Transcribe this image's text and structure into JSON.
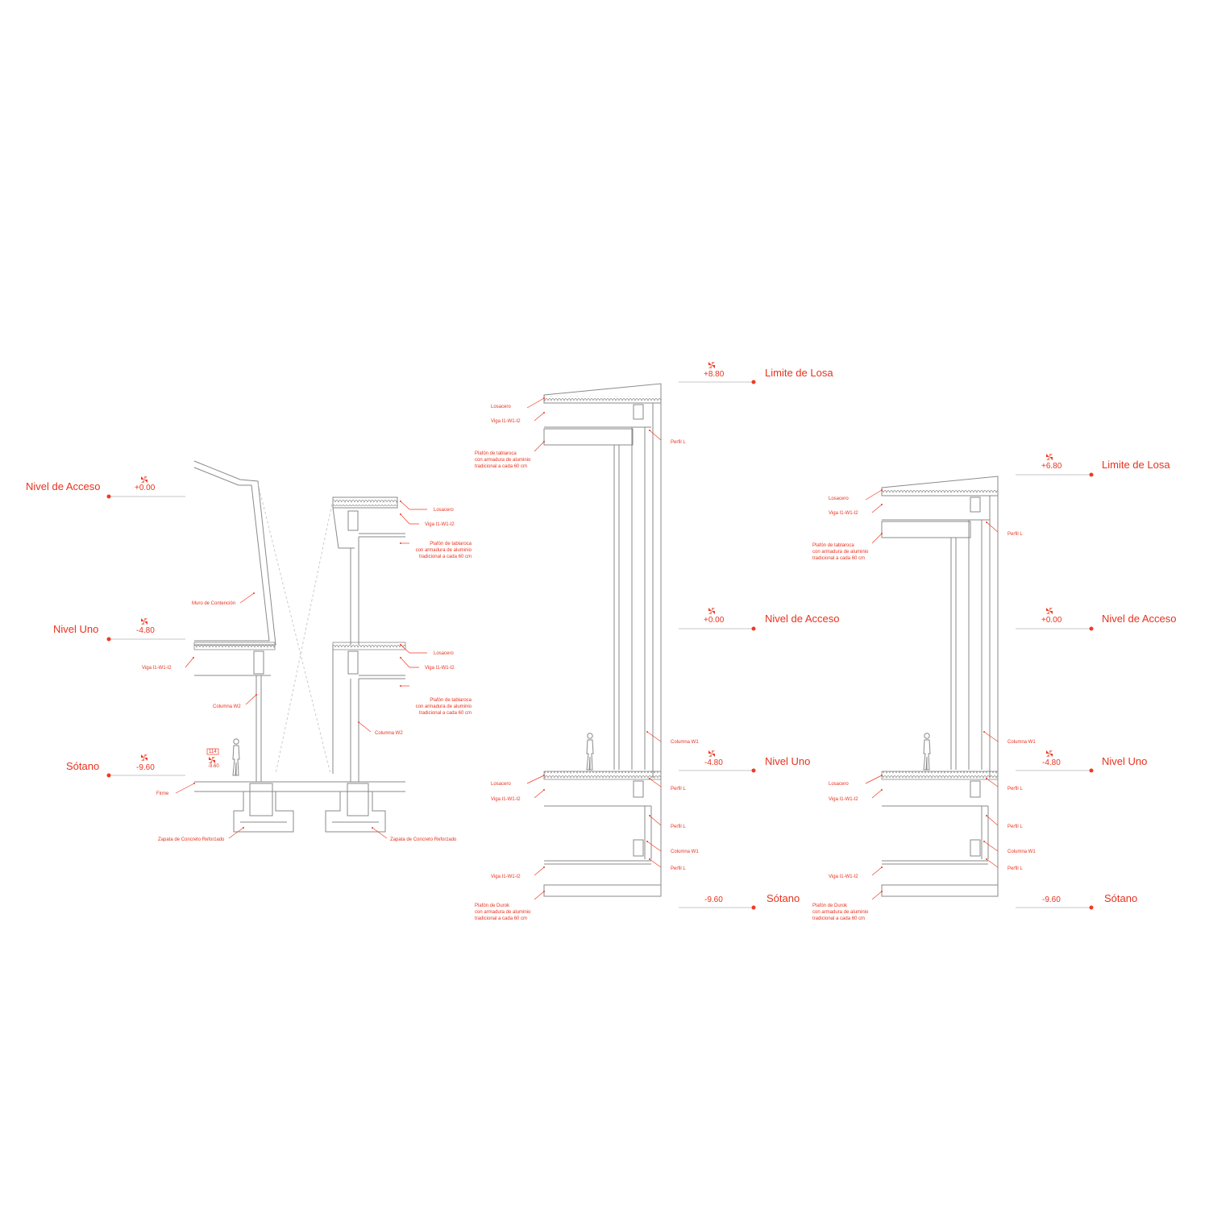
{
  "colors": {
    "accent": "#e8321e",
    "linework": "#8a8a8a",
    "background": "#ffffff"
  },
  "sections": {
    "s1": {
      "levels": {
        "acceso": {
          "name": "Nivel de Acceso",
          "elev": "+0.00"
        },
        "uno": {
          "name": "Nivel Uno",
          "elev": "-4.80"
        },
        "sotano": {
          "name": "Sótano",
          "elev": "-9.60"
        }
      },
      "tag": {
        "code": "114",
        "elev": "-9.60"
      },
      "notes": {
        "losacero_1": "Losacero",
        "viga_1": "Viga I1-W1-I2",
        "plafon_1": [
          "Plafón de tablaroca",
          "con armadura de aluminio",
          "tradicional a cada 60 cm"
        ],
        "muro": "Muro de Contención",
        "losacero_2": "Losacero",
        "viga_left": "Viga I1-W1-I2",
        "viga_2": "Viga I1-W1-I2",
        "plafon_2": [
          "Plafón de tablaroca",
          "con armadura de aluminio",
          "tradicional a cada 60 cm"
        ],
        "columna_left": "Columna W2",
        "columna_right": "Columna W2",
        "firme": "Firme",
        "zapata_left": "Zapata de Concreto Reforzado",
        "zapata_right": "Zapata de Concreto Reforzado"
      }
    },
    "s2": {
      "levels": {
        "losa": {
          "name": "Limite de Losa",
          "elev": "+8.80"
        },
        "acceso": {
          "name": "Nivel de Acceso",
          "elev": "+0.00"
        },
        "uno": {
          "name": "Nivel Uno",
          "elev": "-4.80"
        },
        "sotano": {
          "name": "Sótano",
          "elev": "-9.60"
        }
      },
      "notes": {
        "losacero_top": "Losacero",
        "viga_top": "Viga I1-W1-I2",
        "plafon_top": [
          "Plafón de tablaroca",
          "con armadura de aluminio",
          "tradicional a cada 60 cm"
        ],
        "perfil_top": "Perfil L",
        "columna_1": "Columna W1",
        "losacero_mid": "Losacero",
        "viga_mid": "Viga I1-W1-I2",
        "perfil_mid1": "Perfil L",
        "perfil_mid2": "Perfil L",
        "columna_2": "Columna W1",
        "perfil_low": "Perfil L",
        "viga_low": "Viga I1-W1-I2",
        "plafon_low": [
          "Plafón de Durok",
          "con armadura de aluminio",
          "tradicional a cada 60 cm"
        ]
      }
    },
    "s3": {
      "levels": {
        "losa": {
          "name": "Limite de Losa",
          "elev": "+6.80"
        },
        "acceso": {
          "name": "Nivel de Acceso",
          "elev": "+0.00"
        },
        "uno": {
          "name": "Nivel Uno",
          "elev": "-4.80"
        },
        "sotano": {
          "name": "Sótano",
          "elev": "-9.60"
        }
      },
      "notes": {
        "losacero_top": "Losacero",
        "viga_top": "Viga I1-W1-I2",
        "plafon_top": [
          "Plafón de tablaroca",
          "con armadura de aluminio",
          "tradicional a cada 60 cm"
        ],
        "perfil_top": "Perfil L",
        "columna_1": "Columna W1",
        "losacero_mid": "Losacero",
        "viga_mid": "Viga I1-W1-I2",
        "perfil_mid1": "Perfil L",
        "perfil_mid2": "Perfil L",
        "columna_2": "Columna W1",
        "perfil_low": "Perfil L",
        "viga_low": "Viga I1-W1-I2",
        "plafon_low": [
          "Plafón de Durok",
          "con armadura de aluminio",
          "tradicional a cada 60 cm"
        ]
      }
    }
  }
}
